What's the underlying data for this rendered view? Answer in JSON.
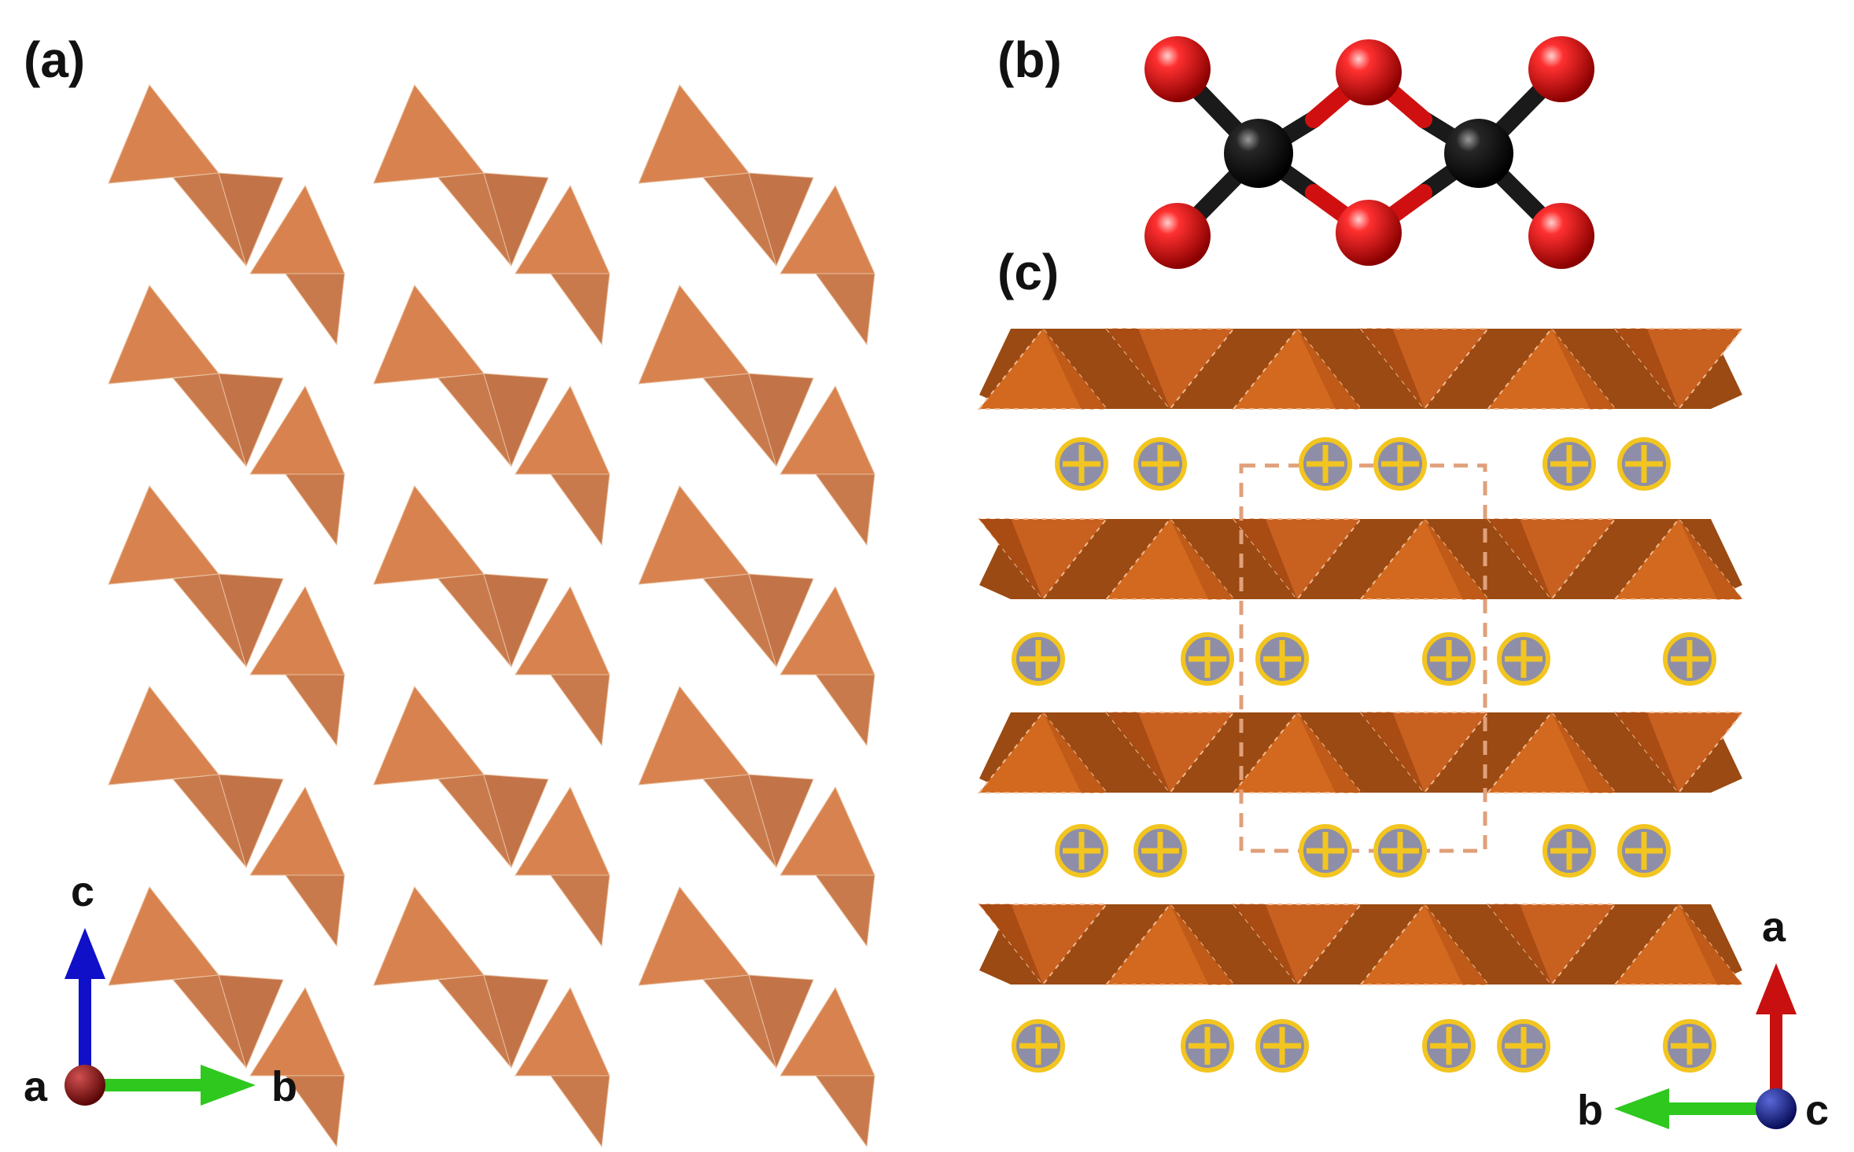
{
  "panels": {
    "a": {
      "label": "(a)",
      "axes": {
        "vertical": "c",
        "horizontal": "b",
        "origin": "a"
      }
    },
    "b": {
      "label": "(b)"
    },
    "c": {
      "label": "(c)",
      "axes": {
        "vertical": "a",
        "horizontal": "b",
        "origin": "c"
      }
    }
  },
  "colors": {
    "polyhedron_light": "#d8834f",
    "polyhedron_mid": "#c97a4c",
    "polyhedron_dark": "#b85f25",
    "layer_face": "#d2691e",
    "layer_shadow": "#9a4a12",
    "oxygen": "#e41818",
    "carbon": "#1a1a1a",
    "cation_fill": "#8e8ea8",
    "cation_ring": "#f2c520",
    "cell_outline": "#e0a07a",
    "axis_c": "#1010c8",
    "axis_b": "#2ec81e",
    "axis_a_panel_c": "#c81010",
    "origin_a": "#7a0c0c",
    "origin_c": "#0c1680"
  },
  "icons": {
    "cation": "circle-plus-icon",
    "oxygen": "sphere-icon",
    "carbon": "sphere-icon"
  }
}
